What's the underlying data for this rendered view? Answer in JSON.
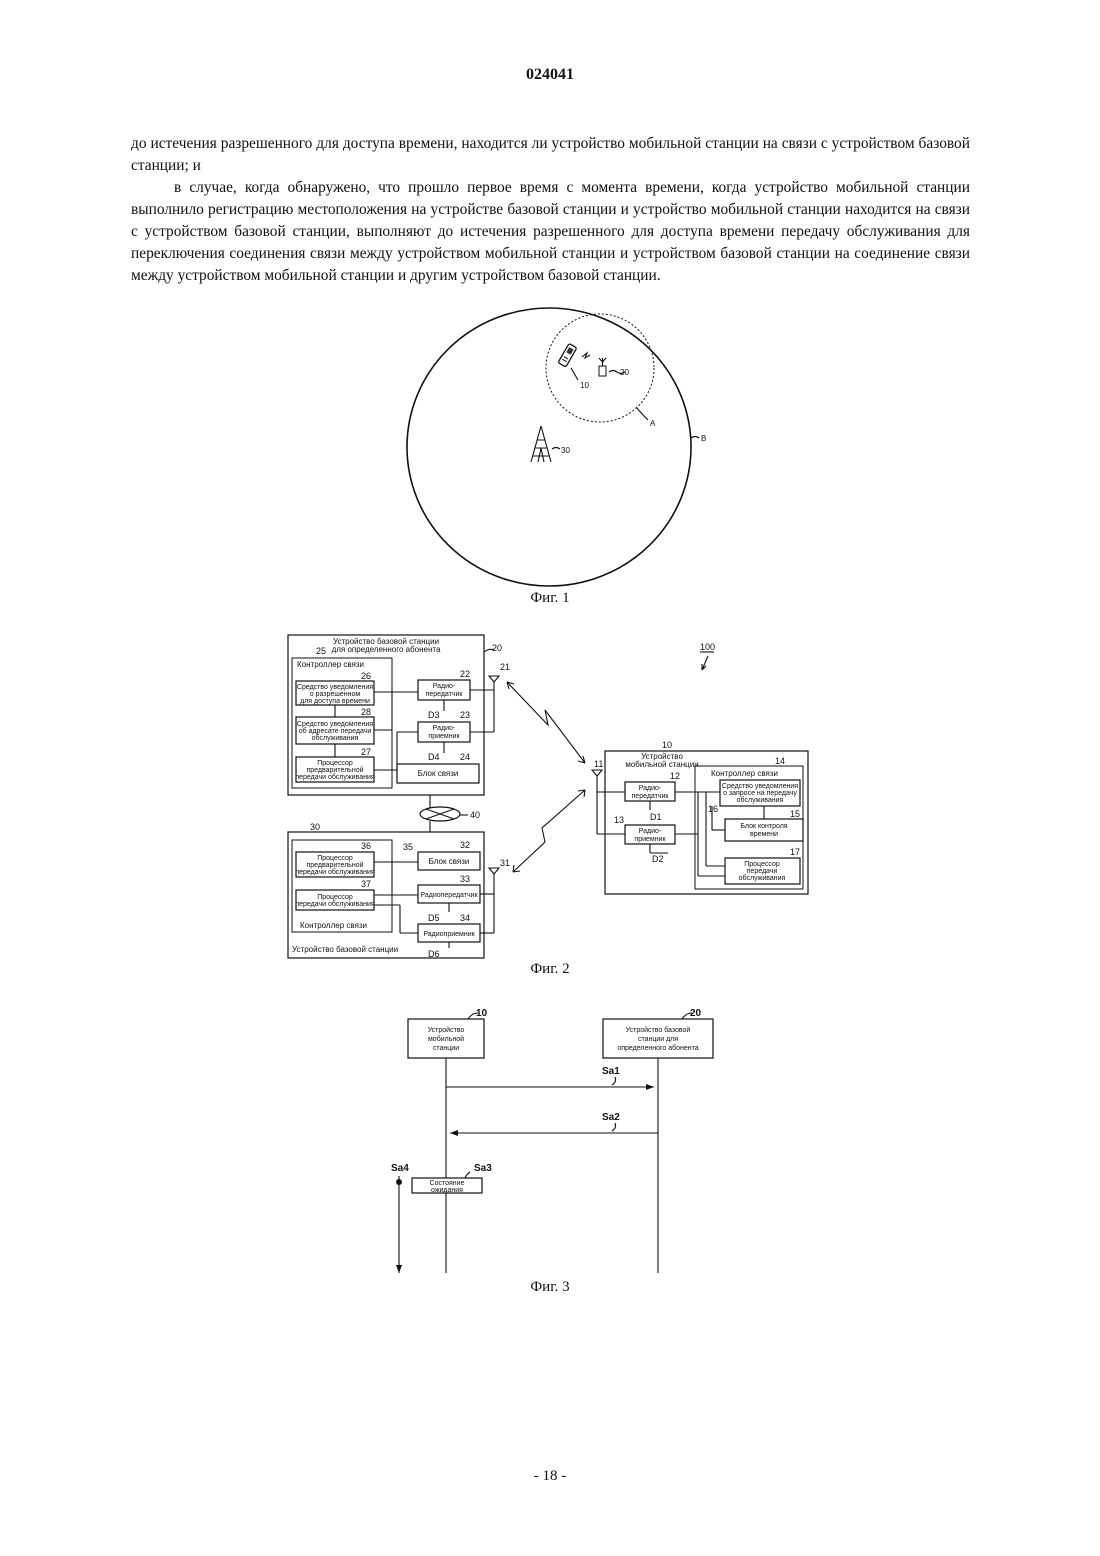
{
  "header": {
    "doc_number": "024041"
  },
  "paragraphs": [
    "до истечения разрешенного для доступа времени, находится ли устройство мобильной станции на связи с устройством базовой станции; и",
    "в случае, когда обнаружено, что прошло первое время с момента времени, когда устройство мобильной станции выполнило регистрацию местоположения на устройстве базовой станции и устройство мобильной станции находится на связи с устройством базовой станции, выполняют до истечения разрешенного для доступа времени передачу обслуживания для переключения соединения связи между устройством мобильной станции и устройством базовой станции на соединение связи между устройством мобильной станции и другим устройством базовой станции."
  ],
  "fig1": {
    "caption": "Фиг. 1",
    "labels": {
      "mobile": "10",
      "femto": "20",
      "macro": "30",
      "cell_a": "A",
      "cell_b": "B"
    }
  },
  "fig2": {
    "caption": "Фиг. 2",
    "system_ref": "100",
    "bs_special": {
      "ref": "20",
      "title1": "Устройство базовой станции",
      "title2": "для определенного абонента",
      "controller_ref": "25",
      "controller_label": "Контроллер связи",
      "notify_access_ref": "26",
      "notify_access": [
        "Средство уведомления",
        "о разрешенном",
        "для доступа времени"
      ],
      "notify_addr_ref": "28",
      "notify_addr": [
        "Средство уведомления",
        "об адресате передачи",
        "обслуживания"
      ],
      "prelim_ref": "27",
      "prelim": [
        "Процессор",
        "предварительной",
        "передачи обслуживания"
      ],
      "tx_ref": "22",
      "tx": [
        "Радио-",
        "передатчик"
      ],
      "rx_ref": "23",
      "rx": [
        "Радио-",
        "приемник"
      ],
      "comm_ref": "24",
      "comm": "Блок связи",
      "antenna_ref": "21",
      "d3": "D3",
      "d4": "D4"
    },
    "network_ref": "40",
    "bs_macro": {
      "ref": "30",
      "title": "Устройство базовой станции",
      "controller_label": "Контроллер связи",
      "controller_ref": "35",
      "prelim_ref": "36",
      "prelim": [
        "Процессор",
        "предварительной",
        "передачи обслуживания"
      ],
      "handover_ref": "37",
      "handover": [
        "Процессор",
        "передачи обслуживания"
      ],
      "comm_ref": "32",
      "comm": "Блок связи",
      "tx_ref": "33",
      "tx": "Радиопередатчик",
      "rx_ref": "34",
      "rx": "Радиоприемник",
      "antenna_ref": "31",
      "d5": "D5",
      "d6": "D6"
    },
    "mobile": {
      "ref": "10",
      "title1": "Устройство",
      "title2": "мобильной станции",
      "antenna_ref": "11",
      "tx_ref": "12",
      "tx": [
        "Радио-",
        "передатчик"
      ],
      "rx_ref": "13",
      "rx": [
        "Радио-",
        "приемник"
      ],
      "d1": "D1",
      "d2": "D2",
      "controller_ref": "14",
      "controller_label": "Контроллер связи",
      "request_ref": "16",
      "request": [
        "Средство уведомления",
        "о запросе на передачу",
        "обслуживания"
      ],
      "timer_ref": "15",
      "timer": [
        "Блок контроля",
        "времени"
      ],
      "handover_ref": "17",
      "handover": [
        "Процессор",
        "передачи",
        "обслуживания"
      ]
    }
  },
  "fig3": {
    "caption": "Фиг. 3",
    "mobile_ref": "10",
    "mobile": [
      "Устройство",
      "мобильной",
      "станции"
    ],
    "bs_ref": "20",
    "bs": [
      "Устройство базовой",
      "станции для",
      "определенного абонента"
    ],
    "sa1": "Sa1",
    "sa2": "Sa2",
    "sa3": "Sa3",
    "sa4": "Sa4",
    "standby": [
      "Состояние",
      "ожидания"
    ]
  },
  "footer": {
    "page_number": "- 18 -"
  }
}
